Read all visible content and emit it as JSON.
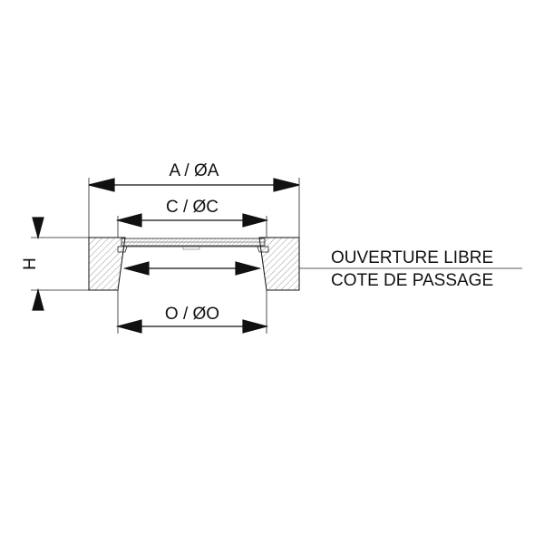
{
  "labels": {
    "overall": "A / ØA",
    "cover": "C / ØC",
    "opening": "O / ØO",
    "height": "H",
    "clear_opening": "OUVERTURE LIBRE",
    "passage": "COTE DE PASSAGE"
  },
  "colors": {
    "ink": "#111111",
    "hatch": "#444444",
    "background": "#ffffff"
  }
}
